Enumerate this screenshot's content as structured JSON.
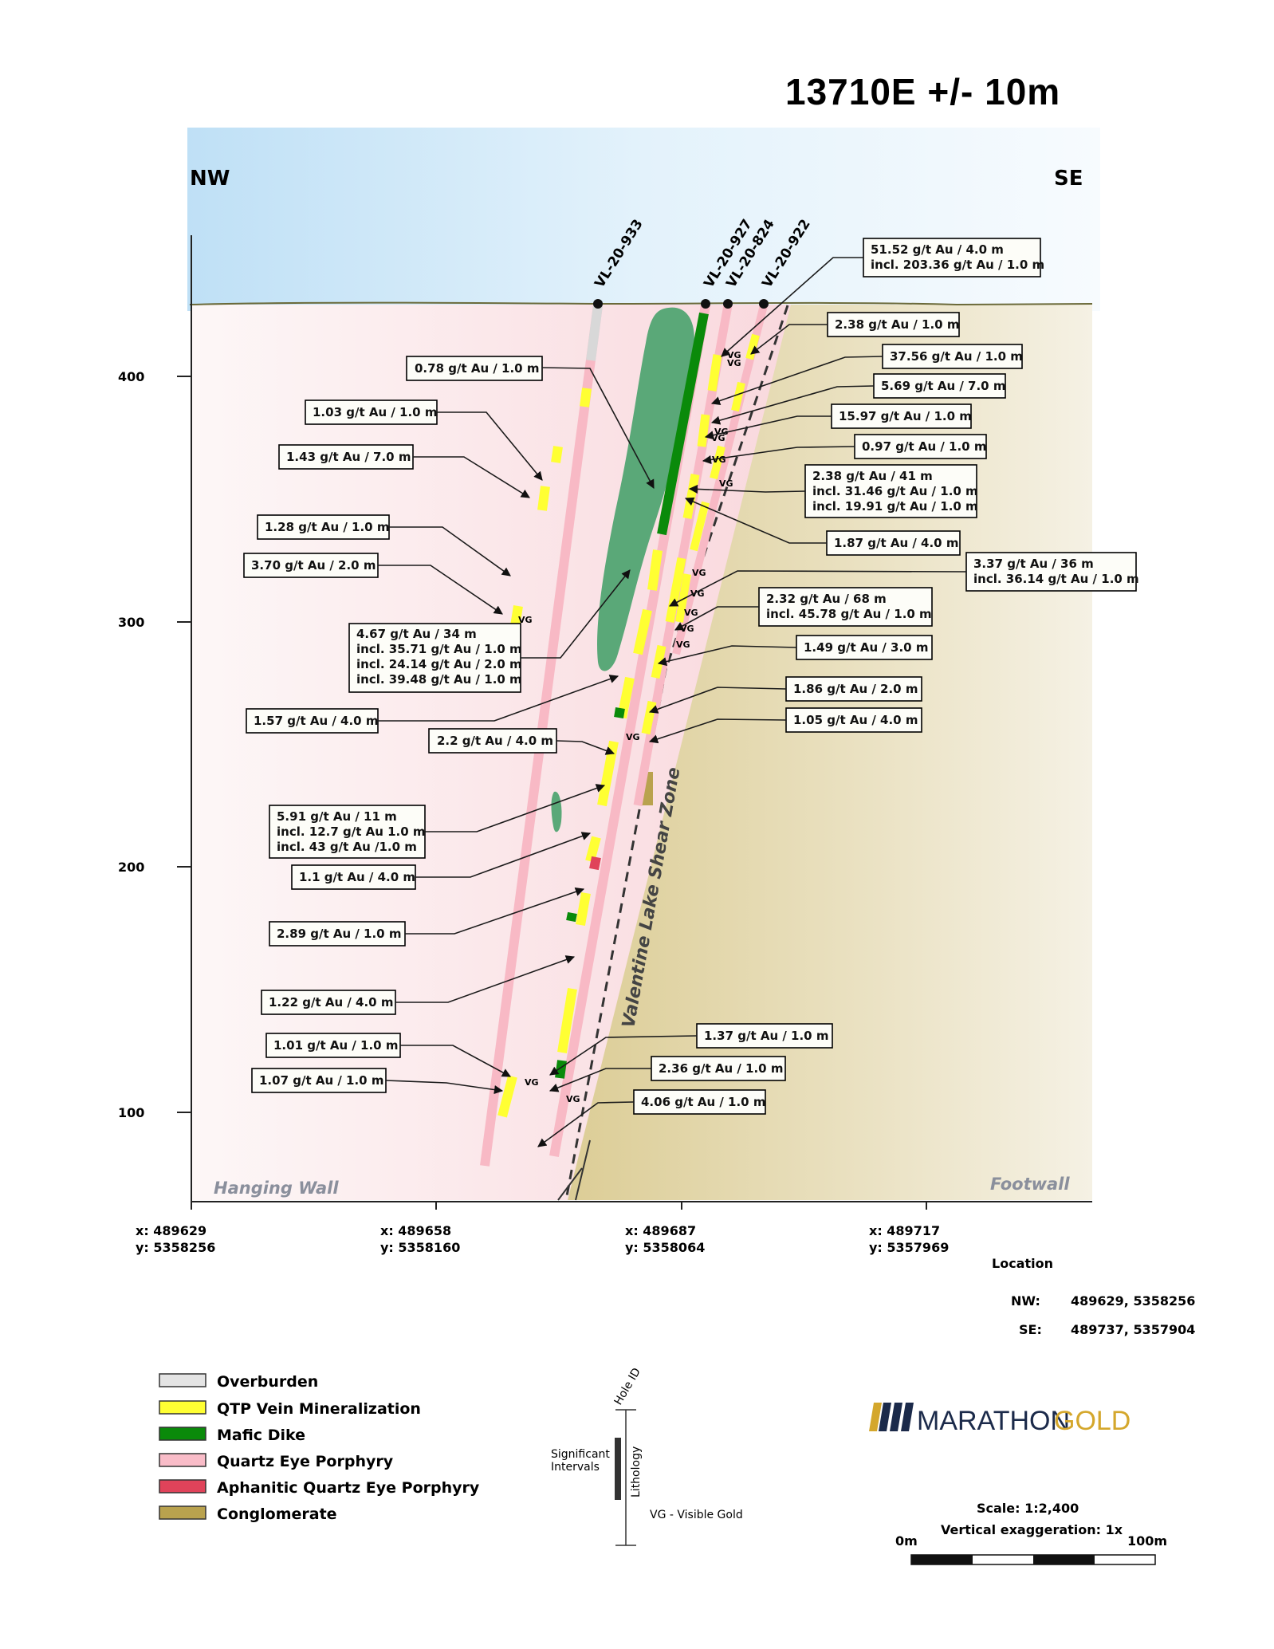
{
  "title": "13710E +/- 10m",
  "direction": {
    "left": "NW",
    "right": "SE"
  },
  "elevation_ticks": [
    "400",
    "300",
    "200",
    "100"
  ],
  "zones": {
    "hanging": "Hanging Wall",
    "foot": "Footwall",
    "shear": "Valentine Lake Shear Zone"
  },
  "holes": [
    "VL-20-933",
    "VL-20-927",
    "VL-20-824",
    "VL-20-922"
  ],
  "vg_marker": "VG",
  "intercepts_left": [
    "0.78 g/t Au / 1.0 m",
    "1.03 g/t Au / 1.0 m",
    "1.43 g/t Au / 7.0 m",
    "1.28 g/t Au / 1.0 m",
    "3.70 g/t Au / 2.0 m",
    [
      "4.67 g/t Au / 34 m",
      "incl. 35.71 g/t Au / 1.0 m",
      "incl. 24.14 g/t Au / 2.0 m",
      "incl. 39.48 g/t Au / 1.0 m"
    ],
    "1.57 g/t Au / 4.0 m",
    "2.2 g/t Au / 4.0 m",
    [
      "5.91 g/t Au / 11 m",
      "incl. 12.7 g/t Au 1.0 m",
      "incl. 43 g/t Au /1.0 m"
    ],
    "1.1 g/t Au / 4.0 m",
    "2.89 g/t Au / 1.0 m",
    "1.22 g/t Au / 4.0 m",
    "1.01 g/t Au / 1.0 m",
    "1.07 g/t Au / 1.0 m"
  ],
  "intercepts_right": [
    [
      "51.52 g/t Au / 4.0 m",
      "incl. 203.36 g/t Au / 1.0 m"
    ],
    "2.38 g/t Au / 1.0 m",
    "37.56 g/t Au / 1.0 m",
    "5.69 g/t Au / 7.0 m",
    "15.97 g/t Au / 1.0 m",
    "0.97 g/t Au / 1.0 m",
    [
      "2.38 g/t Au / 41 m",
      "incl. 31.46 g/t Au / 1.0 m",
      "incl. 19.91 g/t Au / 1.0 m"
    ],
    "1.87 g/t Au / 4.0 m",
    [
      "3.37 g/t Au / 36 m",
      "incl. 36.14 g/t Au / 1.0 m"
    ],
    [
      "2.32 g/t Au / 68 m",
      "incl. 45.78 g/t Au / 1.0 m"
    ],
    "1.49 g/t Au / 3.0 m",
    "1.86 g/t Au / 2.0 m",
    "1.05 g/t Au / 4.0 m",
    "1.37 g/t Au / 1.0 m",
    "2.36 g/t Au / 1.0 m",
    "4.06 g/t Au / 1.0 m"
  ],
  "bottom_coords": [
    {
      "x": "x: 489629",
      "y": "y: 5358256"
    },
    {
      "x": "x: 489658",
      "y": "y: 5358160"
    },
    {
      "x": "x: 489687",
      "y": "y: 5358064"
    },
    {
      "x": "x: 489717",
      "y": "y: 5357969"
    }
  ],
  "location": {
    "heading": "Location",
    "nw_label": "NW:",
    "nw_value": "489629, 5358256",
    "se_label": "SE:",
    "se_value": "489737, 5357904"
  },
  "legend": [
    {
      "label": "Overburden",
      "color": "#e4e4e4"
    },
    {
      "label": "QTP Vein Mineralization",
      "color": "#ffff33"
    },
    {
      "label": "Mafic Dike",
      "color": "#0a8a0a"
    },
    {
      "label": "Quartz Eye Porphyry",
      "color": "#f9bcc8"
    },
    {
      "label": "Aphanitic Quartz Eye Porphyry",
      "color": "#e0435a"
    },
    {
      "label": "Conglomerate",
      "color": "#b9a24e"
    }
  ],
  "key_diagram": {
    "hole_id": "Hole ID",
    "significant": "Significant",
    "intervals": "Intervals",
    "lithology": "Lithology",
    "vg_note": "VG - Visible Gold"
  },
  "logo": {
    "brand": "MARATHON",
    "brand2": "GOLD",
    "color_dark": "#1b2a4a",
    "color_gold": "#d4a72c"
  },
  "scale": {
    "ratio": "Scale: 1:2,400",
    "vertical": "Vertical exaggeration: 1x",
    "min": "0m",
    "max": "100m"
  },
  "colors": {
    "sky": "#d6ecfa",
    "hanging_wall": "#fbe3e6",
    "footwall": "#e6dcb4",
    "mafic_body": "#5aa878"
  }
}
